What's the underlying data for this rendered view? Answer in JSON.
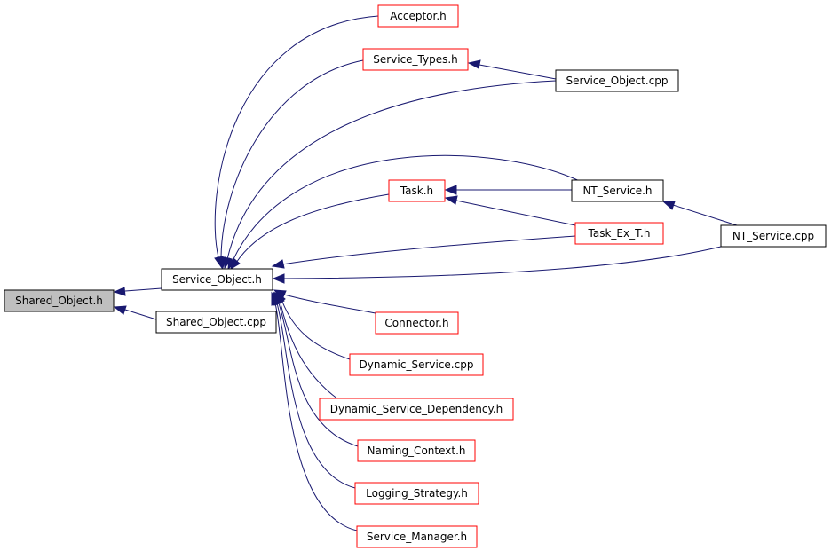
{
  "colors": {
    "edge": "#191970",
    "root_fill": "#bfbfbf",
    "normal_border": "#000000",
    "truncated_border": "#ff0000",
    "box_fill": "#ffffff"
  },
  "nodes": {
    "shared_object_h": {
      "label": "Shared_Object.h"
    },
    "service_object_h": {
      "label": "Service_Object.h"
    },
    "shared_object_cpp": {
      "label": "Shared_Object.cpp"
    },
    "acceptor_h": {
      "label": "Acceptor.h"
    },
    "service_types_h": {
      "label": "Service_Types.h"
    },
    "service_object_cpp": {
      "label": "Service_Object.cpp"
    },
    "task_h": {
      "label": "Task.h"
    },
    "nt_service_h": {
      "label": "NT_Service.h"
    },
    "task_ex_t_h": {
      "label": "Task_Ex_T.h"
    },
    "nt_service_cpp": {
      "label": "NT_Service.cpp"
    },
    "connector_h": {
      "label": "Connector.h"
    },
    "dynamic_service_cpp": {
      "label": "Dynamic_Service.cpp"
    },
    "dynamic_service_dependency_h": {
      "label": "Dynamic_Service_Dependency.h"
    },
    "naming_context_h": {
      "label": "Naming_Context.h"
    },
    "logging_strategy_h": {
      "label": "Logging_Strategy.h"
    },
    "service_manager_h": {
      "label": "Service_Manager.h"
    }
  }
}
